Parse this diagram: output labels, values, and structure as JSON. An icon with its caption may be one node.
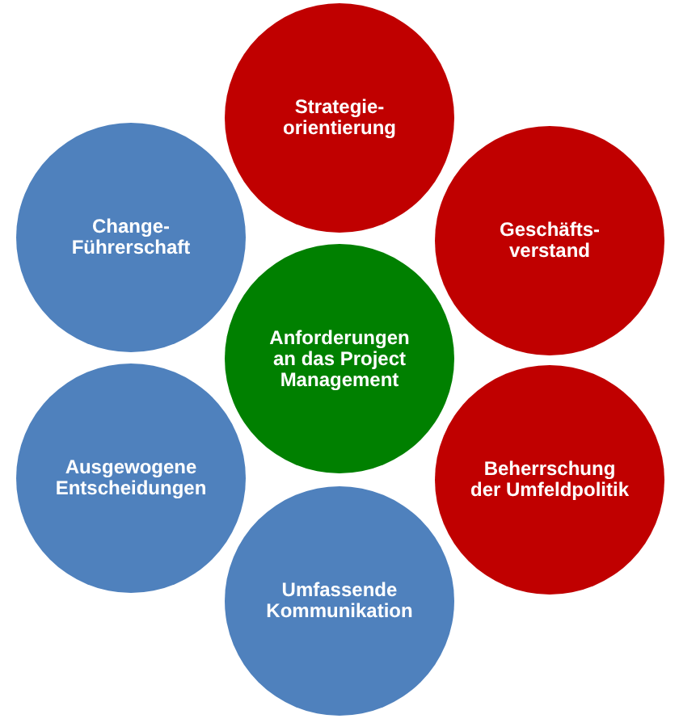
{
  "diagram": {
    "nodes": [
      {
        "text": [
          "Strategie- orientierung"
        ]
      },
      {
        "text": [
          "Change- Führerschaft"
        ]
      },
      {
        "text": [
          "Geschäfts- verstand"
        ]
      },
      {
        "text": [
          "Anforderungen an das Project Management"
        ]
      },
      {
        "text": [
          "Ausgewogene Entscheidungen"
        ]
      },
      {
        "text": [
          "Beherrschung der Umfeldpolitik"
        ]
      },
      {
        "text": [
          "Umfassende Kommunikation"
        ]
      }
    ]
  }
}
